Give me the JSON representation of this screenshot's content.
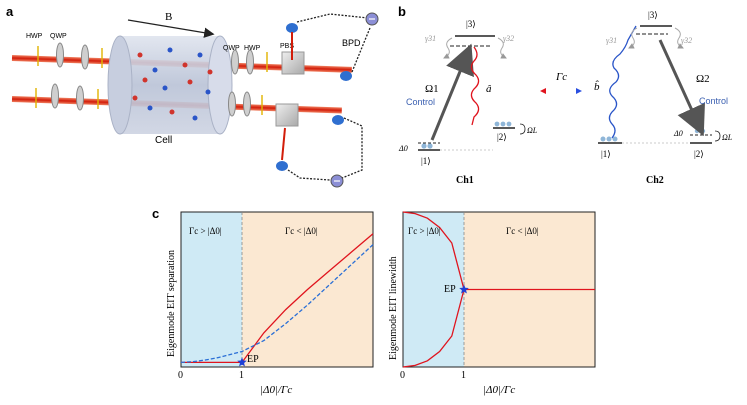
{
  "panel_labels": {
    "a": "a",
    "b": "b",
    "c": "c"
  },
  "setup": {
    "hwp": "HWP",
    "qwp": "QWP",
    "field": "B",
    "qwp2": "QWP",
    "hwp2": "HWP",
    "pbs": "PBS",
    "bpd": "BPD",
    "cell": "Cell"
  },
  "levels": {
    "ch1": {
      "name": "Ch1",
      "level_top": "|3⟩",
      "level_1": "|1⟩",
      "level_2": "|2⟩",
      "gamma31": "γ31",
      "gamma32": "γ32",
      "omega": "Ω1",
      "control": "Control",
      "probe": "â",
      "delta0": "Δ0",
      "omegaL": "ΩL"
    },
    "ch2": {
      "name": "Ch2",
      "level_top": "|3⟩",
      "level_1": "|1⟩",
      "level_2": "|2⟩",
      "gamma31": "γ31",
      "gamma32": "γ32",
      "omega": "Ω2",
      "control": "Control",
      "probe": "b̂",
      "delta0": "Δ0",
      "omegaL": "ΩL"
    },
    "coupling": "Γc"
  },
  "colors": {
    "pt_phase": "#cfeaf5",
    "broken_phase": "#fbe8d2",
    "curve_red": "#e0141e",
    "curve_blue": "#2a6fd6",
    "ep_star": "#1f3fd6"
  },
  "chart_data": [
    {
      "type": "line",
      "title": "",
      "xlabel": "|Δ0|/Γc",
      "ylabel": "Eigenmode EIT separation",
      "x_ticks": [
        "0",
        "1"
      ],
      "regions": [
        "Γc > |Δ0|",
        "Γc < |Δ0|"
      ],
      "annotation": "EP",
      "series": [
        {
          "x": [
            0,
            0.2,
            0.4,
            0.6,
            0.8,
            1.0,
            1.2,
            1.4,
            1.6,
            1.8,
            2.0,
            2.2
          ],
          "values": [
            0.03,
            0.03,
            0.03,
            0.03,
            0.03,
            0.03,
            0.22,
            0.37,
            0.5,
            0.62,
            0.74,
            0.86
          ]
        },
        {
          "x": [
            0,
            0.2,
            0.4,
            0.6,
            0.8,
            1.0,
            1.2,
            1.4,
            1.6,
            1.8,
            2.0,
            2.2
          ],
          "values": [
            0.03,
            0.035,
            0.045,
            0.06,
            0.08,
            0.1,
            0.17,
            0.28,
            0.4,
            0.53,
            0.66,
            0.79
          ]
        }
      ]
    },
    {
      "type": "line",
      "title": "",
      "xlabel": "|Δ0|/Γc",
      "ylabel": "Eigenmode EIT linewidth",
      "x_ticks": [
        "0",
        "1"
      ],
      "regions": [
        "Γc > |Δ0|",
        "Γc < |Δ0|"
      ],
      "annotation": "EP",
      "series": [
        {
          "x": [
            0,
            0.2,
            0.4,
            0.6,
            0.8,
            1.0,
            1.2,
            1.6,
            2.2
          ],
          "values": [
            1.0,
            0.98,
            0.92,
            0.8,
            0.6,
            0.0,
            0.0,
            0.0,
            0.0
          ]
        },
        {
          "x": [
            0,
            0.2,
            0.4,
            0.6,
            0.8,
            1.0
          ],
          "values": [
            -1.0,
            -0.98,
            -0.92,
            -0.8,
            -0.6,
            0.0
          ]
        }
      ]
    }
  ]
}
